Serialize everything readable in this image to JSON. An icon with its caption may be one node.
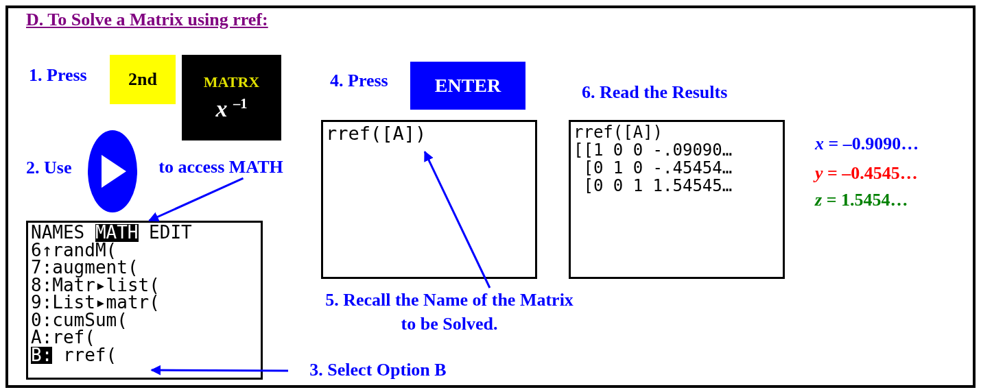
{
  "diagram": {
    "title": "D. To Solve a Matrix using rref:",
    "nodes": [
      {
        "text": [
          "2nd"
        ]
      },
      {
        "text": [
          "MATRX",
          "*x* $^{–1}$"
        ]
      },
      {
        "text": [
          "ENTER"
        ]
      },
      {
        "text": [
          "rref([A])"
        ]
      },
      {
        "text": [
          "rref([A])",
          "[[1 0 0 -.09090…",
          " [0 1 0 -.45454…",
          " [0 0 1 1.54545…"
        ]
      },
      {
        "text": [
          "to access MATH"
        ]
      },
      {
        "text": [
          "NAMES",
          "MATH",
          "EDIT",
          "6↑randM(",
          "7:augment(",
          "8:Matr▸list(",
          "9:List▸matr(",
          "0:cumSum(",
          "A:ref(",
          "B:",
          "rref("
        ]
      },
      {
        "text": [
          "3. Select Option B"
        ]
      },
      {
        "text": [
          "5. Recall the Name of the Matrix to be Solved."
        ]
      }
    ],
    "edges": [
      {
        "from": 5,
        "to": 6,
        "arrow": "to"
      },
      {
        "from": 7,
        "to": 6,
        "arrow": "to"
      },
      {
        "from": 8,
        "to": 3,
        "arrow": "to"
      }
    ],
    "labels": [
      "1. Press",
      "4. Press",
      "6. Read the Results",
      "2. Use",
      "*x* = –0.9090…",
      "*y* = –0.4545…",
      "*z* = 1.5454…"
    ]
  }
}
